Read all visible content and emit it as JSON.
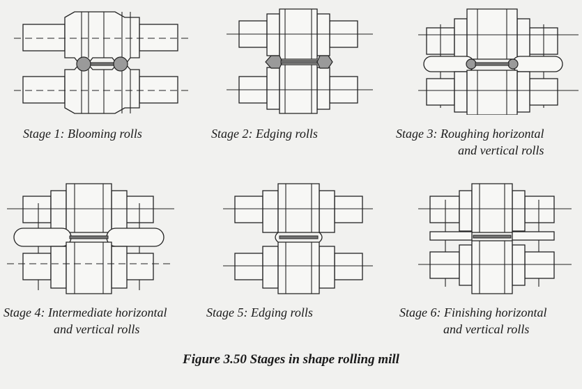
{
  "stages": [
    {
      "id": "stage-1",
      "caption": [
        "Stage 1: Blooming rolls"
      ]
    },
    {
      "id": "stage-2",
      "caption": [
        "Stage 2: Edging rolls"
      ]
    },
    {
      "id": "stage-3",
      "caption": [
        "Stage 3: Roughing horizontal",
        "and vertical rolls"
      ]
    },
    {
      "id": "stage-4",
      "caption": [
        "Stage 4: Intermediate horizontal",
        "and vertical rolls"
      ]
    },
    {
      "id": "stage-5",
      "caption": [
        "Stage 5: Edging rolls"
      ]
    },
    {
      "id": "stage-6",
      "caption": [
        "Stage 6: Finishing horizontal",
        "and vertical rolls"
      ]
    }
  ],
  "figure_caption": "Figure 3.50 Stages in shape rolling mill"
}
